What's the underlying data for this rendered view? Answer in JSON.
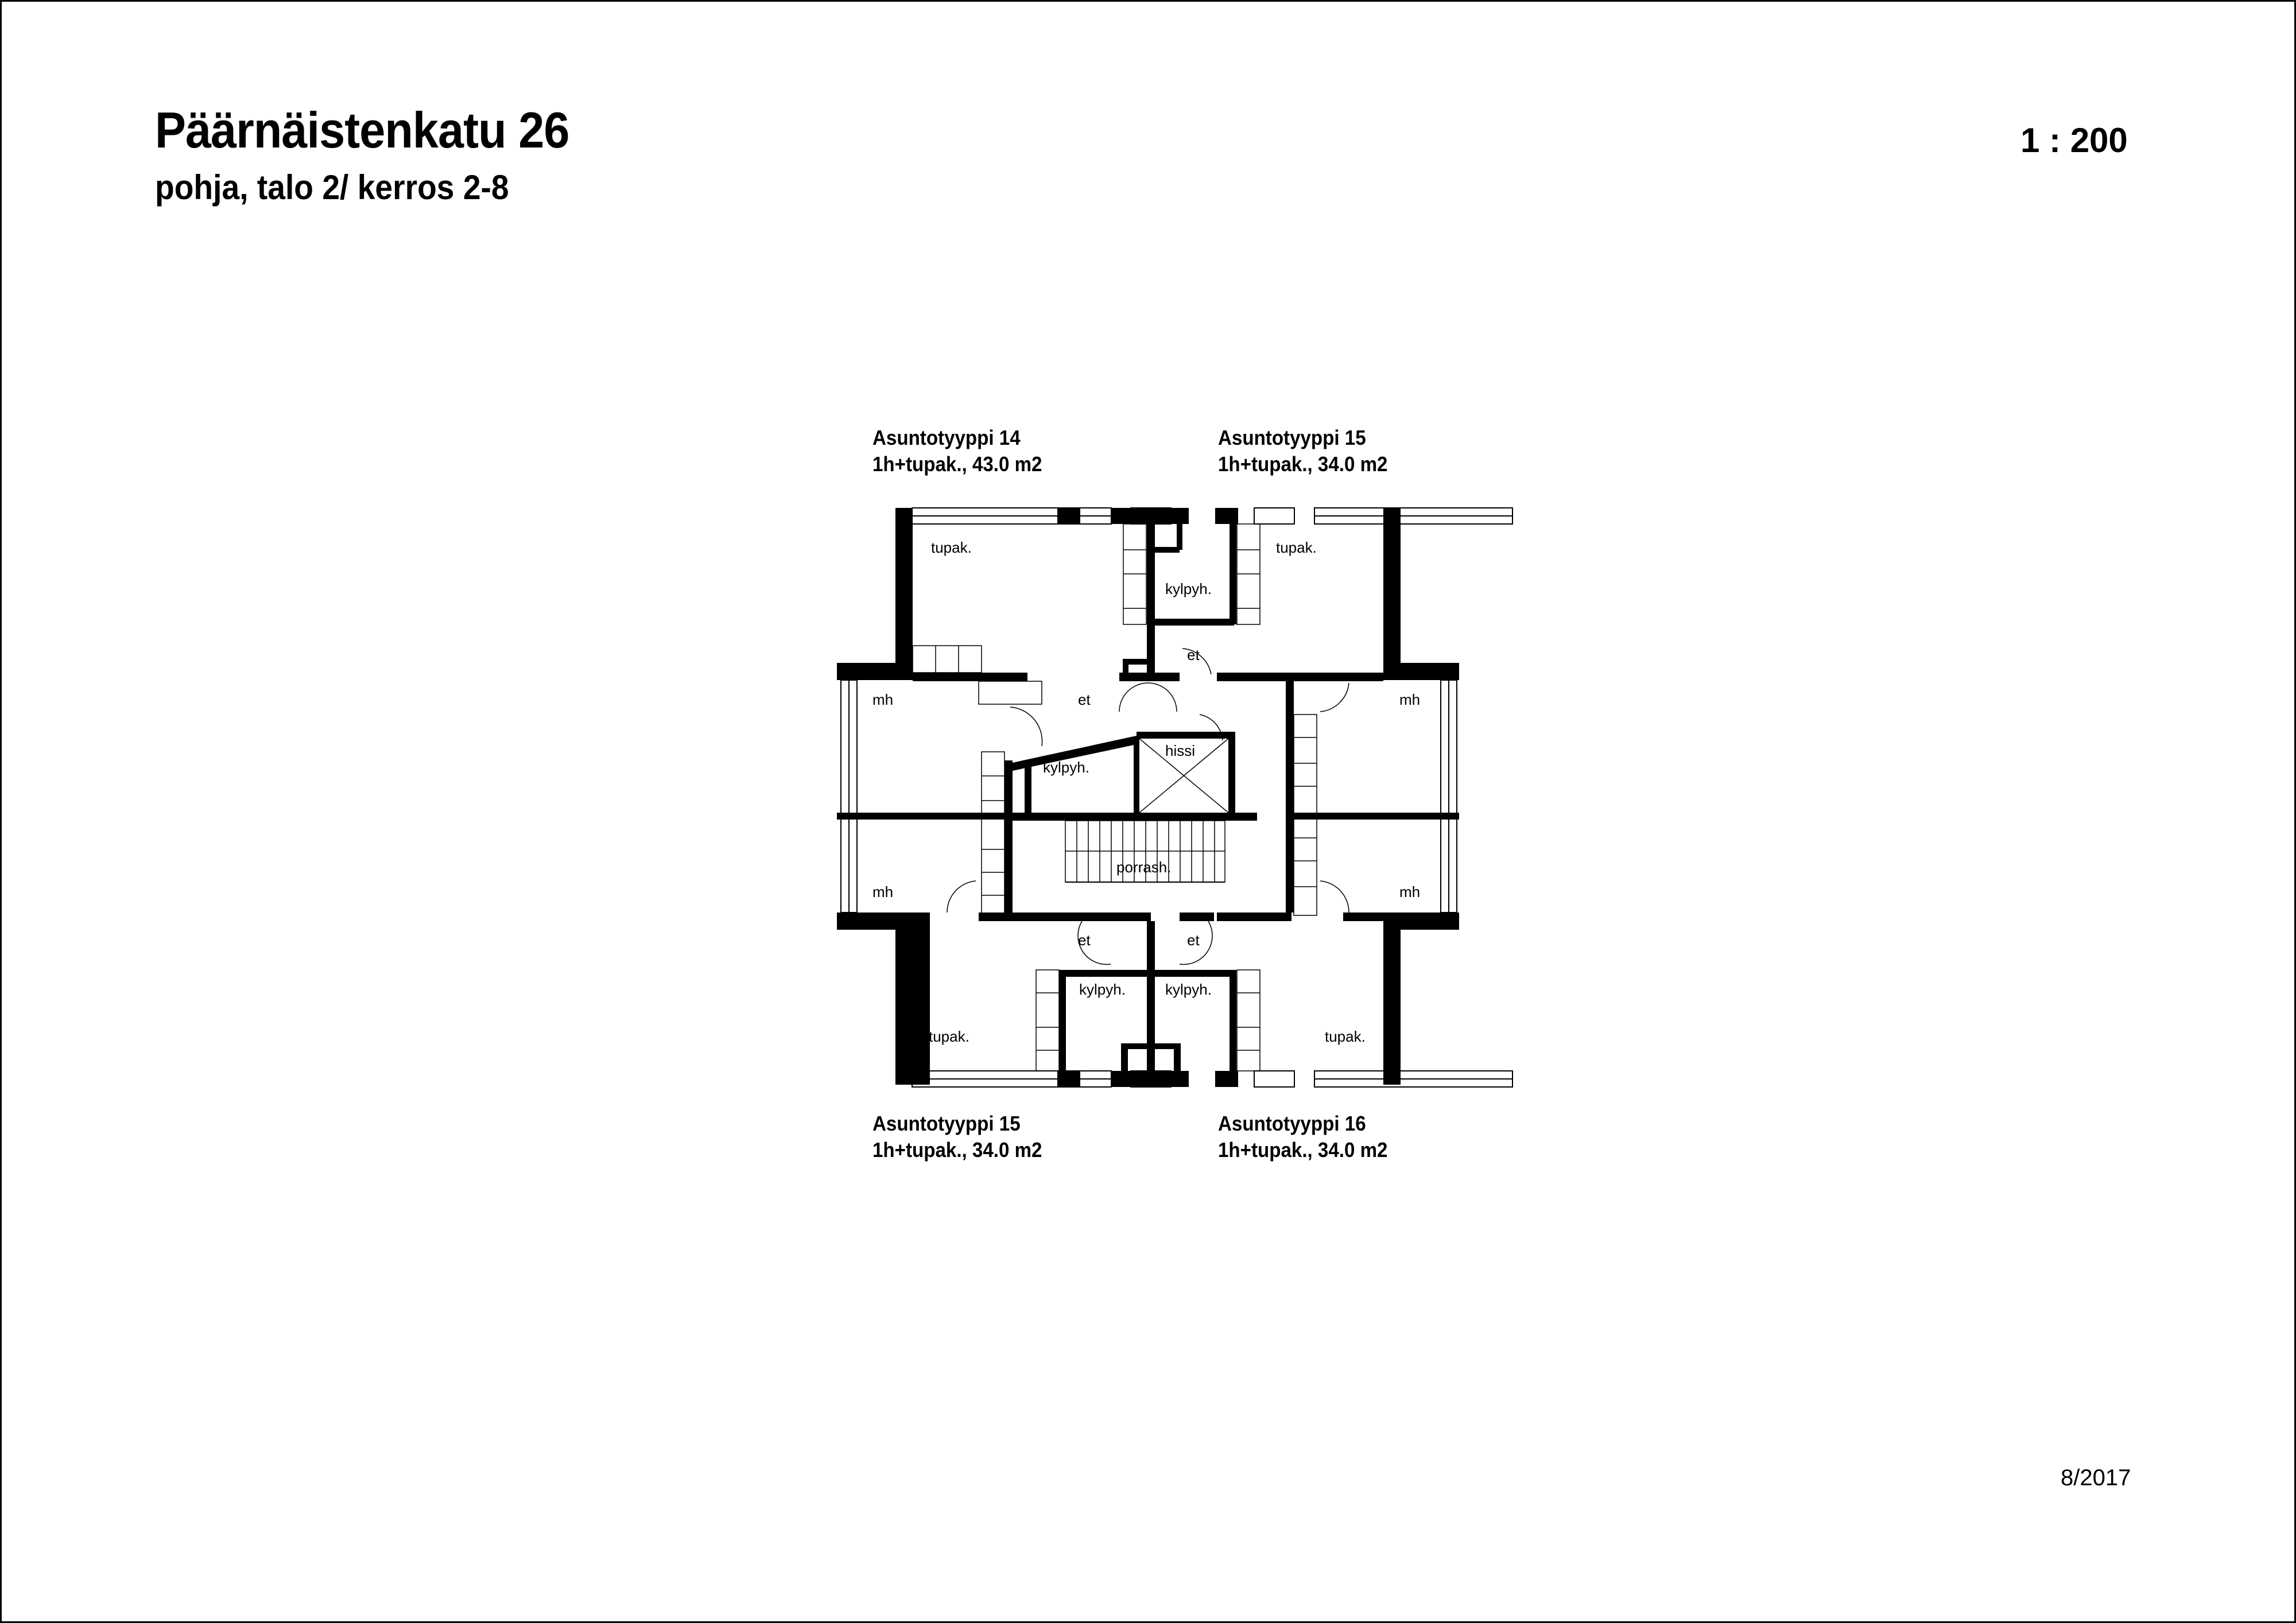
{
  "header": {
    "title": "Päärnäistenkatu 26",
    "subtitle": "pohja, talo 2/ kerros 2-8",
    "scale": "1 : 200"
  },
  "footer": {
    "date": "8/2017"
  },
  "units": [
    {
      "position": "top-left",
      "type": "Asuntotyyppi 14",
      "description": "1h+tupak., 43.0 m2"
    },
    {
      "position": "top-right",
      "type": "Asuntotyyppi 15",
      "description": "1h+tupak., 34.0 m2"
    },
    {
      "position": "bottom-left",
      "type": "Asuntotyyppi 15",
      "description": "1h+tupak., 34.0 m2"
    },
    {
      "position": "bottom-right",
      "type": "Asuntotyyppi 16",
      "description": "1h+tupak., 34.0 m2"
    }
  ],
  "rooms": {
    "tupak_tl": "tupak.",
    "tupak_tr": "tupak.",
    "tupak_bl": "tupak.",
    "tupak_br": "tupak.",
    "mh_tl": "mh",
    "mh_tr": "mh",
    "mh_bl": "mh",
    "mh_br": "mh",
    "kylpyh_top": "kylpyh.",
    "kylpyh_mid": "kylpyh.",
    "kylpyh_bl": "kylpyh.",
    "kylpyh_br": "kylpyh.",
    "et_top": "et",
    "et_tl": "et",
    "et_bl": "et",
    "et_br": "et",
    "hissi": "hissi",
    "porrash": "porrash."
  },
  "colors": {
    "wall": "#000000",
    "background": "#ffffff"
  }
}
